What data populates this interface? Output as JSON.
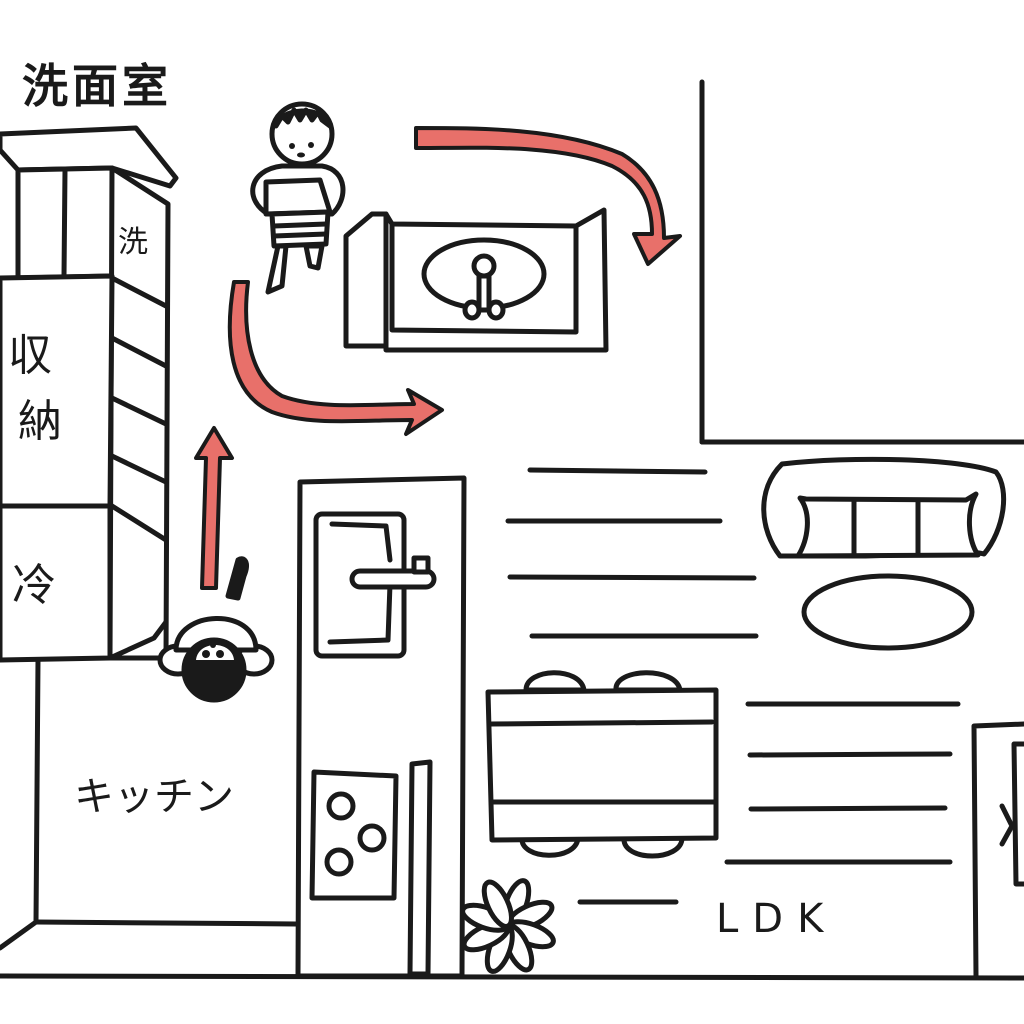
{
  "diagram": {
    "type": "illustrated floor plan (top-down)",
    "style": "hand-drawn black line art with coral movement arrows",
    "colors": {
      "ink": "#1a1a1a",
      "background": "#ffffff",
      "arrow": "#e8706a"
    }
  },
  "labels": {
    "washroom_title": "洗面室",
    "washer": "洗",
    "storage_line1": "収",
    "storage_line2": "納",
    "fridge": "冷",
    "kitchen": "キッチン",
    "ldk": "LDK"
  },
  "rooms": [
    {
      "id": "washroom",
      "label": "洗面室"
    },
    {
      "id": "kitchen",
      "label": "キッチン"
    },
    {
      "id": "ldk",
      "label": "LDK"
    }
  ],
  "fixtures": [
    {
      "id": "washing-machine",
      "label": "洗"
    },
    {
      "id": "storage-cabinet",
      "label": "収納"
    },
    {
      "id": "refrigerator",
      "label": "冷"
    },
    {
      "id": "washbasin",
      "label": ""
    },
    {
      "id": "kitchen-sink",
      "label": ""
    },
    {
      "id": "stove-three-burners",
      "label": ""
    },
    {
      "id": "dining-table-four-chairs",
      "label": ""
    },
    {
      "id": "sofa-three-seat",
      "label": ""
    },
    {
      "id": "oval-coffee-table",
      "label": ""
    },
    {
      "id": "potted-plant",
      "label": ""
    },
    {
      "id": "door-right",
      "label": ""
    }
  ],
  "people": [
    {
      "id": "person-carrying-laundry-basket",
      "location": "washroom"
    },
    {
      "id": "person-topdown",
      "location": "kitchen"
    }
  ],
  "arrows": [
    {
      "id": "arrow-kitchen-up",
      "direction": "up",
      "meaning": "kitchen to washroom"
    },
    {
      "id": "arrow-washroom-right",
      "direction": "down then right",
      "meaning": "washroom toward LDK"
    },
    {
      "id": "arrow-top-curve",
      "direction": "right then down",
      "meaning": "over washbasin toward right"
    }
  ]
}
